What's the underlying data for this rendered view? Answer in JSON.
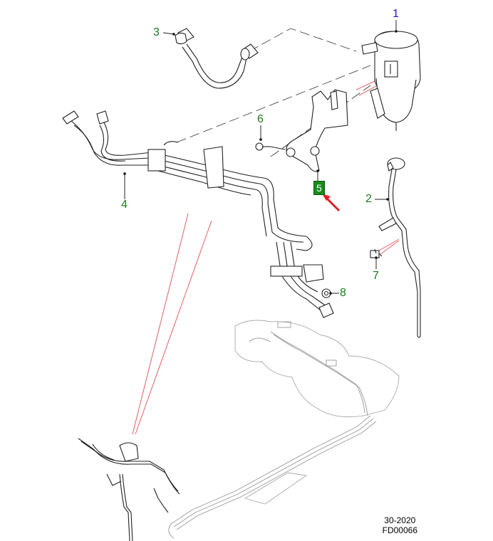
{
  "diagram": {
    "title": "Fuel system exploded view",
    "callouts": [
      {
        "id": "1",
        "label": "1",
        "color": "#1a1acc",
        "part": "fuel-filter-housing"
      },
      {
        "id": "2",
        "label": "2",
        "color": "#1a7a1a",
        "part": "fuel-return-line"
      },
      {
        "id": "3",
        "label": "3",
        "color": "#1a7a1a",
        "part": "fuel-hose-with-quick-connectors"
      },
      {
        "id": "4",
        "label": "4",
        "color": "#1a7a1a",
        "part": "fuel-line-bundle"
      },
      {
        "id": "5",
        "label": "5",
        "color": "#ffffff",
        "highlight": "#1a8a1a",
        "selected": true,
        "part": "bracket-nut"
      },
      {
        "id": "6",
        "label": "6",
        "color": "#1a7a1a",
        "part": "bracket-bolt"
      },
      {
        "id": "7",
        "label": "7",
        "color": "#1a7a1a",
        "part": "line-clip"
      },
      {
        "id": "8",
        "label": "8",
        "color": "#1a7a1a",
        "part": "retaining-nut"
      }
    ],
    "pointer_arrow": {
      "target": "5",
      "color": "#e02020"
    },
    "detail_lines_color": "#e06060"
  },
  "footer": {
    "ref_section": "30-2020",
    "figure_id": "FD00066"
  }
}
